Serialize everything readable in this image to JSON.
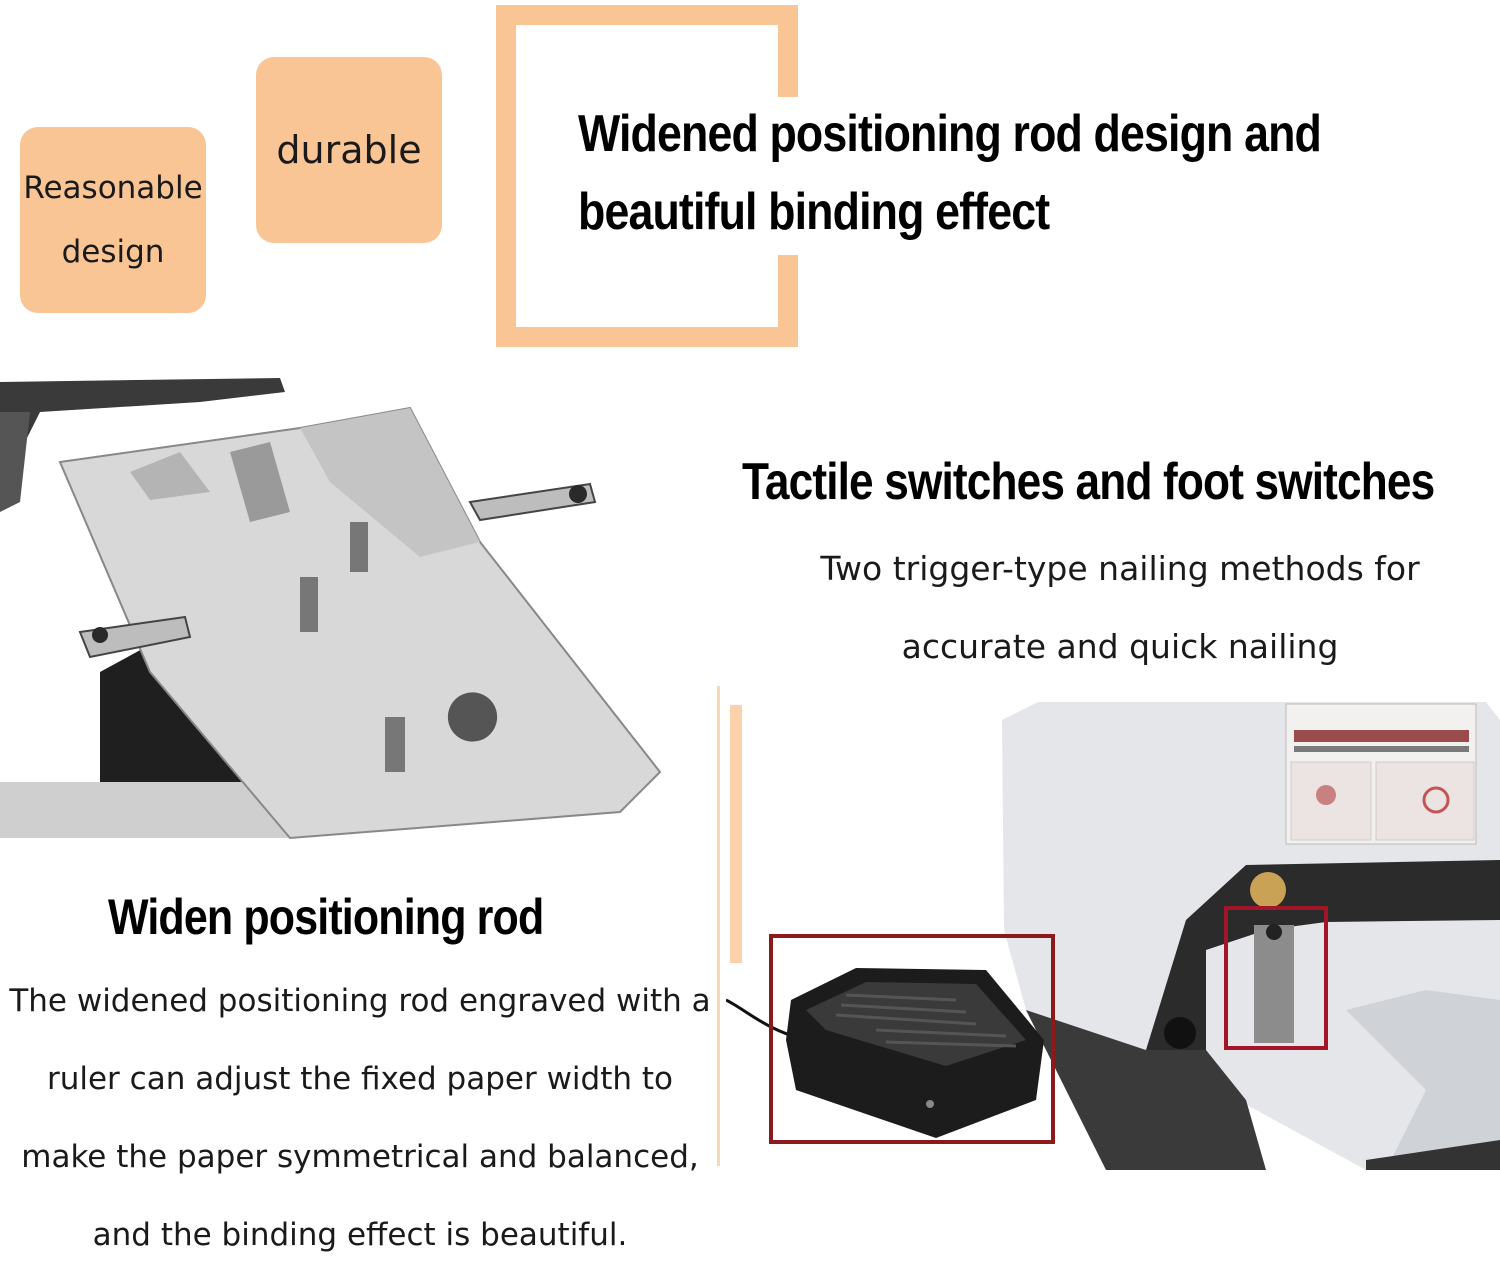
{
  "tags": {
    "reasonable_design": "Reasonable design",
    "durable": "durable"
  },
  "headline": "Widened positioning rod design and beautiful binding effect",
  "switch_section": {
    "title": "Tactile switches and foot switches",
    "body": "Two trigger-type nailing methods for accurate and quick nailing"
  },
  "rod_section": {
    "title": "Widen positioning rod",
    "body": "The widened positioning rod engraved with a ruler can adjust the fixed paper width to make the paper symmetrical and balanced, and the binding effect is beautiful."
  },
  "colors": {
    "accent": "#f9c595",
    "highlight_box": "#8b1a1a"
  }
}
